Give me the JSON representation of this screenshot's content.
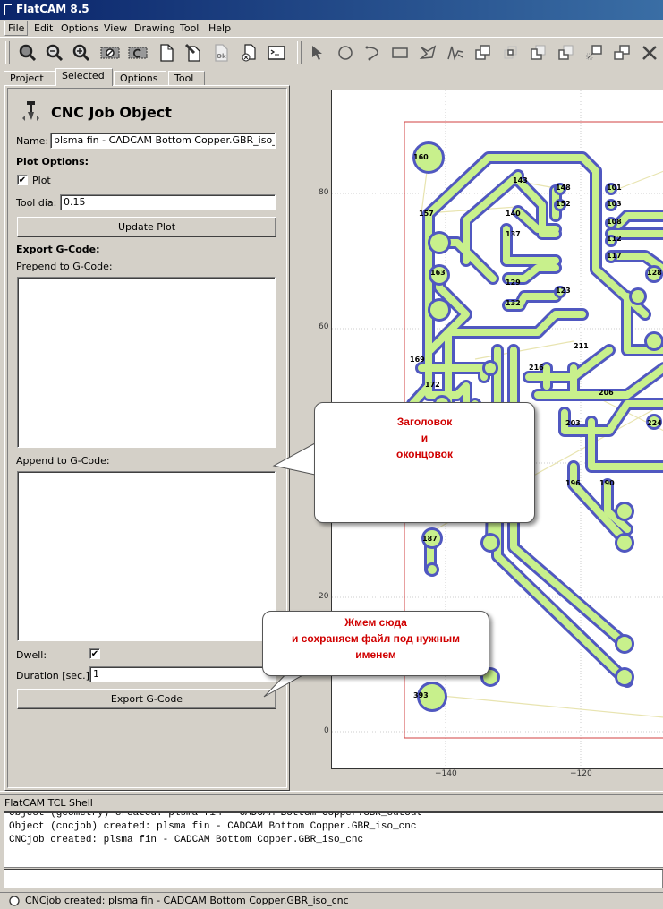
{
  "window": {
    "title": "FlatCAM 8.5"
  },
  "menu": [
    "File",
    "Edit",
    "Options",
    "View",
    "Drawing",
    "Tool",
    "Help"
  ],
  "toolbar": {
    "left_icons": [
      "zoom-fit-icon",
      "zoom-out-icon",
      "zoom-in-icon",
      "clear-plot-icon",
      "replot-icon",
      "new-file-icon",
      "edit-file-icon",
      "ok-icon",
      "delete-file-icon",
      "shell-icon"
    ],
    "right_icons": [
      "select-arrow-icon",
      "circle-icon",
      "arc-icon",
      "rectangle-icon",
      "polygon-icon",
      "path-icon",
      "union-icon",
      "intersection-icon",
      "subtract-icon",
      "cut-icon",
      "move-icon",
      "copy-icon",
      "delete-icon"
    ]
  },
  "tabs": [
    {
      "label": "Project",
      "selected": false
    },
    {
      "label": "Selected",
      "selected": true
    },
    {
      "label": "Options",
      "selected": false
    },
    {
      "label": "Tool",
      "selected": false
    }
  ],
  "panel": {
    "title": "CNC Job Object",
    "name_label": "Name:",
    "name_value": "plsma fin - CADCAM Bottom Copper.GBR_iso_cnc",
    "plot_options_label": "Plot Options:",
    "plot_checkbox_label": "Plot",
    "plot_checked": true,
    "tool_dia_label": "Tool dia:",
    "tool_dia_value": "0.15",
    "update_plot_label": "Update Plot",
    "export_label": "Export G-Code:",
    "prepend_label": "Prepend to G-Code:",
    "prepend_value": "",
    "append_label": "Append to G-Code:",
    "append_value": "",
    "dwell_label": "Dwell:",
    "dwell_checked": true,
    "duration_label": "Duration [sec.]:",
    "duration_value": "1",
    "export_button_label": "Export G-Code"
  },
  "plot": {
    "y_ticks": [
      "80",
      "60",
      "20",
      "0"
    ],
    "x_ticks": [
      "−140",
      "−120"
    ],
    "pad_labels": [
      "160",
      "143",
      "148",
      "101",
      "152",
      "103",
      "157",
      "140",
      "108",
      "137",
      "112",
      "117",
      "163",
      "129",
      "123",
      "128",
      "132",
      "211",
      "169",
      "216",
      "172",
      "206",
      "203",
      "224",
      "196",
      "190",
      "187",
      "393"
    ],
    "colors": {
      "trace_fill": "#c8f08c",
      "trace_outline": "#5058c0",
      "board_outline": "#d04040",
      "ratsnest": "#e8e4b0"
    }
  },
  "callouts": [
    {
      "lines": [
        "Заголовок",
        "и",
        "оконцовок"
      ]
    },
    {
      "lines": [
        "Жмем сюда",
        "и сохраняем файл под нужным",
        "именем"
      ]
    }
  ],
  "shell": {
    "title": "FlatCAM TCL Shell",
    "lines": [
      "Object (geometry) created: plsma fin - CADCAM Bottom Copper.GBR_cutout",
      "Object (cncjob) created: plsma fin - CADCAM Bottom Copper.GBR_iso_cnc",
      "CNCjob created: plsma fin - CADCAM Bottom Copper.GBR_iso_cnc"
    ],
    "input_value": ""
  },
  "status": {
    "text": "CNCjob created: plsma fin - CADCAM Bottom Copper.GBR_iso_cnc"
  }
}
